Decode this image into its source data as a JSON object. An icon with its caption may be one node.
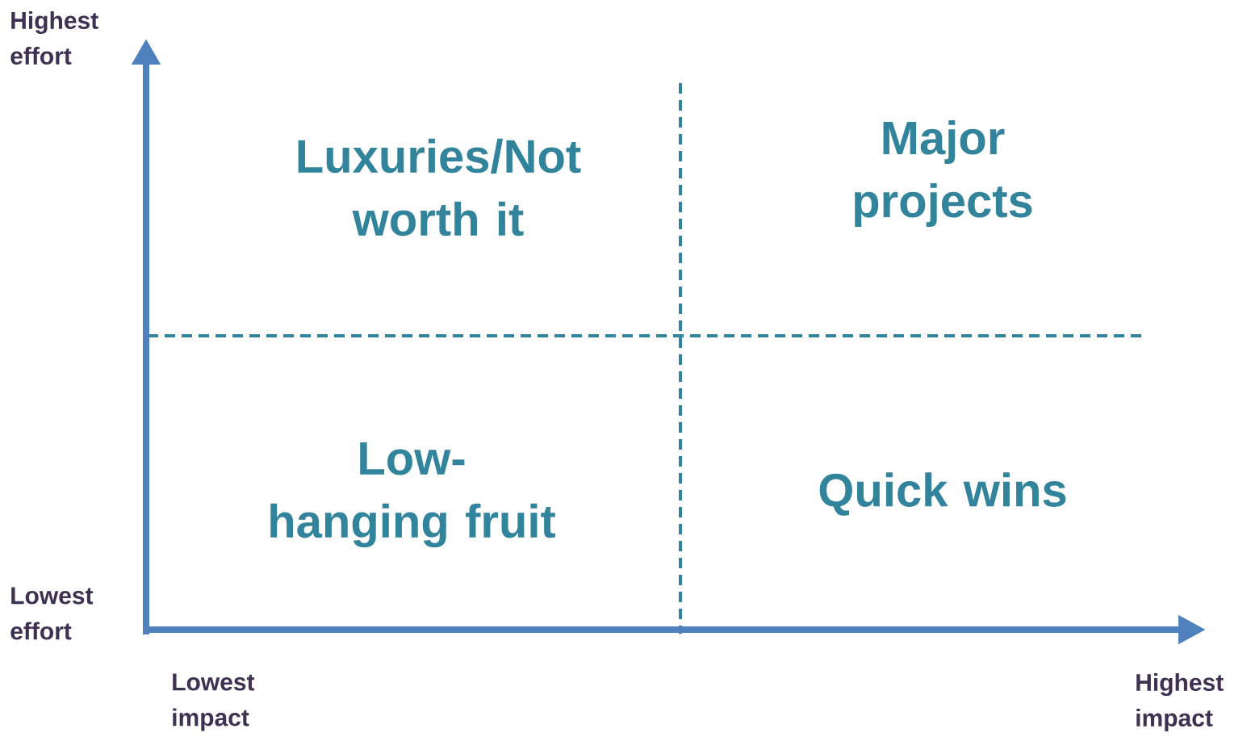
{
  "diagram": {
    "labels": [
      "Highest effort",
      "Luxuries/Not worth it",
      "Major projects",
      "Low-hanging fruit",
      "Quick wins",
      "Lowest effort",
      "Lowest impact",
      "Highest impact"
    ]
  }
}
